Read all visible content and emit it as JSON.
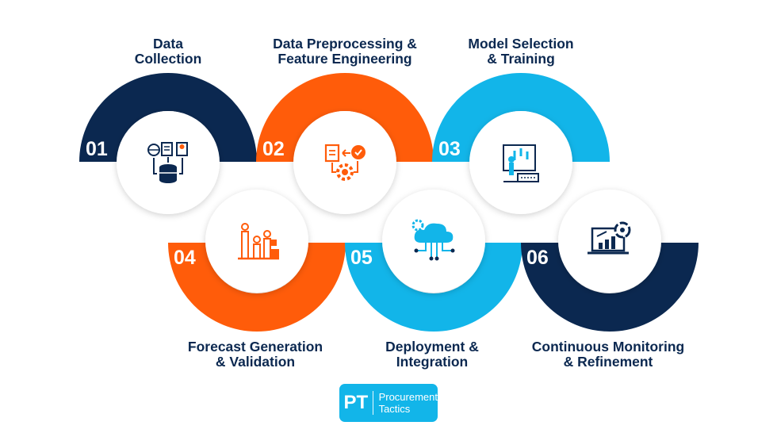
{
  "steps": [
    {
      "number": "01",
      "title_line1": "Data",
      "title_line2": "Collection",
      "color": "#0b2850",
      "icon": "database-icon"
    },
    {
      "number": "02",
      "title_line1": "Data Preprocessing &",
      "title_line2": "Feature Engineering",
      "color": "#ff5c0a",
      "icon": "data-processing-icon"
    },
    {
      "number": "03",
      "title_line1": "Model Selection",
      "title_line2": "& Training",
      "color": "#12b5e9",
      "icon": "model-training-icon"
    },
    {
      "number": "04",
      "title_line1": "Forecast Generation",
      "title_line2": "& Validation",
      "color": "#ff5c0a",
      "icon": "forecast-chart-icon"
    },
    {
      "number": "05",
      "title_line1": "Deployment &",
      "title_line2": "Integration",
      "color": "#12b5e9",
      "icon": "cloud-deployment-icon"
    },
    {
      "number": "06",
      "title_line1": "Continuous Monitoring",
      "title_line2": "& Refinement",
      "color": "#0b2850",
      "icon": "monitoring-laptop-icon"
    }
  ],
  "logo": {
    "mark": "PT",
    "line1": "Procurement",
    "line2": "Tactics",
    "color": "#12b5e9"
  }
}
